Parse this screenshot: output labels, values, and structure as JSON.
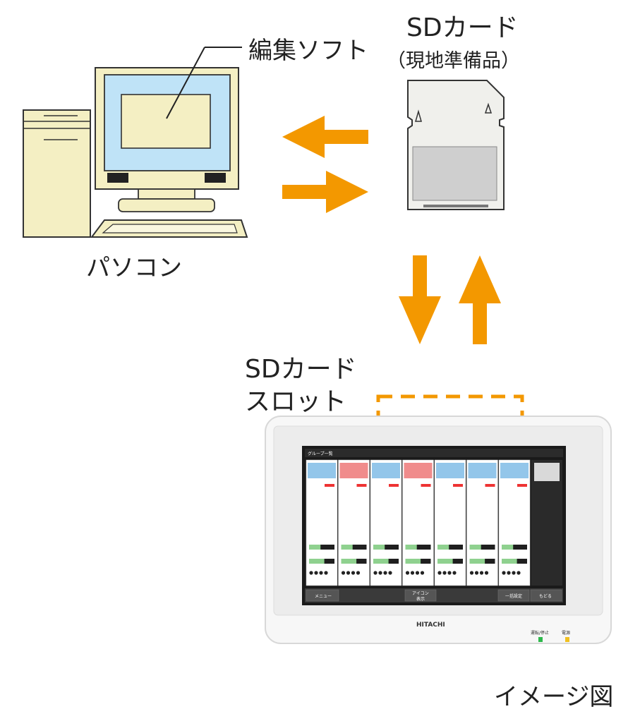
{
  "labels": {
    "software": "編集ソフト",
    "sd_card": "SDカード",
    "sd_card_note": "（現地準備品）",
    "pc": "パソコン",
    "slot_line1": "SDカード",
    "slot_line2": "スロット",
    "caption": "イメージ図"
  },
  "device": {
    "brand": "HITACHI",
    "screen_title": "グループ一覧",
    "menu_button": "メニュー",
    "icon_button_l1": "アイコン",
    "icon_button_l2": "表示",
    "batch_button": "一括設定",
    "back_button": "もどる",
    "led_run_label": "運転/停止",
    "led_power_label": "電源"
  },
  "colors": {
    "arrow": "#f39800",
    "slot_dash": "#f39800",
    "monitor_screen": "#bfe3f7",
    "group_blue": "#93c6ea",
    "group_red": "#f08c8c",
    "led_green": "#2db84b",
    "led_yellow": "#f0c020"
  },
  "icons": [
    "pc-tower-icon",
    "monitor-icon",
    "keyboard-icon",
    "sd-card-icon",
    "arrow-icon"
  ]
}
